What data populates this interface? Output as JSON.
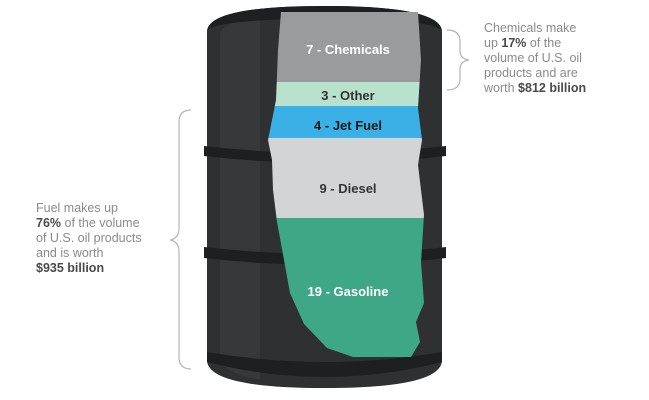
{
  "segments": [
    {
      "key": "chemicals",
      "value": 7,
      "name": "Chemicals",
      "label": "7 - Chemicals",
      "color": "#9a9b9d",
      "text_color": "#ffffff"
    },
    {
      "key": "other",
      "value": 3,
      "name": "Other",
      "label": "3 - Other",
      "color": "#b9e2ce",
      "text_color": "#333333"
    },
    {
      "key": "jetfuel",
      "value": 4,
      "name": "Jet Fuel",
      "label": "4 - Jet Fuel",
      "color": "#3ab0e6",
      "text_color": "#1a1a1a"
    },
    {
      "key": "diesel",
      "value": 9,
      "name": "Diesel",
      "label": "9 - Diesel",
      "color": "#d3d4d6",
      "text_color": "#333333"
    },
    {
      "key": "gasoline",
      "value": 19,
      "name": "Gasoline",
      "label": "19 - Gasoline",
      "color": "#3ea786",
      "text_color": "#ffffff"
    }
  ],
  "callouts": {
    "chemicals": {
      "line1_a": "Chemicals make",
      "line2_a": "up ",
      "line2_b": "17%",
      "line2_c": " of the",
      "line3_a": "volume of U.S. oil",
      "line4_a": "products and are",
      "line5_a": "worth ",
      "line5_b": "$812 billion"
    },
    "fuel": {
      "line1_a": "Fuel makes up",
      "line2_b": "76%",
      "line2_c": " of the volume",
      "line3_a": "of U.S. oil products",
      "line4_a": "and is worth",
      "line5_b": "$935 billion"
    }
  },
  "colors": {
    "barrel": "#2f3032",
    "barrel_rim": "#1e1f20",
    "barrel_highlight": "#45474a",
    "bracket": "#b5b5b5"
  }
}
